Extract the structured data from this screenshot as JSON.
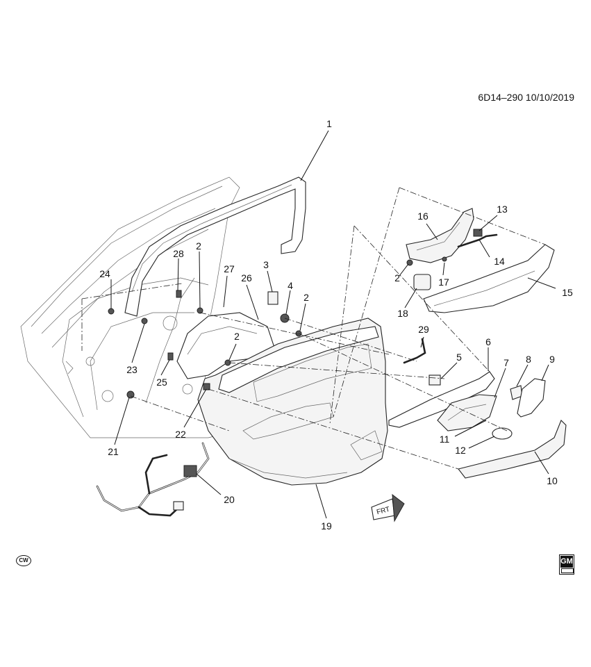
{
  "document_id": "6D14–290  10/10/2019",
  "badge": "CW",
  "logo": "GM",
  "callouts": [
    {
      "id": "1",
      "label": "1"
    },
    {
      "id": "2a",
      "label": "2"
    },
    {
      "id": "2b",
      "label": "2"
    },
    {
      "id": "2c",
      "label": "2"
    },
    {
      "id": "2d",
      "label": "2"
    },
    {
      "id": "3",
      "label": "3"
    },
    {
      "id": "4",
      "label": "4"
    },
    {
      "id": "5",
      "label": "5"
    },
    {
      "id": "6",
      "label": "6"
    },
    {
      "id": "7",
      "label": "7"
    },
    {
      "id": "8",
      "label": "8"
    },
    {
      "id": "9",
      "label": "9"
    },
    {
      "id": "10",
      "label": "10"
    },
    {
      "id": "11",
      "label": "11"
    },
    {
      "id": "12",
      "label": "12"
    },
    {
      "id": "13",
      "label": "13"
    },
    {
      "id": "14",
      "label": "14"
    },
    {
      "id": "15",
      "label": "15"
    },
    {
      "id": "16",
      "label": "16"
    },
    {
      "id": "17",
      "label": "17"
    },
    {
      "id": "18",
      "label": "18"
    },
    {
      "id": "19",
      "label": "19"
    },
    {
      "id": "20",
      "label": "20"
    },
    {
      "id": "21",
      "label": "21"
    },
    {
      "id": "22",
      "label": "22"
    },
    {
      "id": "23",
      "label": "23"
    },
    {
      "id": "24",
      "label": "24"
    },
    {
      "id": "25",
      "label": "25"
    },
    {
      "id": "26",
      "label": "26"
    },
    {
      "id": "27",
      "label": "27"
    },
    {
      "id": "28",
      "label": "28"
    },
    {
      "id": "29",
      "label": "29"
    }
  ],
  "frt_arrow": "FRT"
}
